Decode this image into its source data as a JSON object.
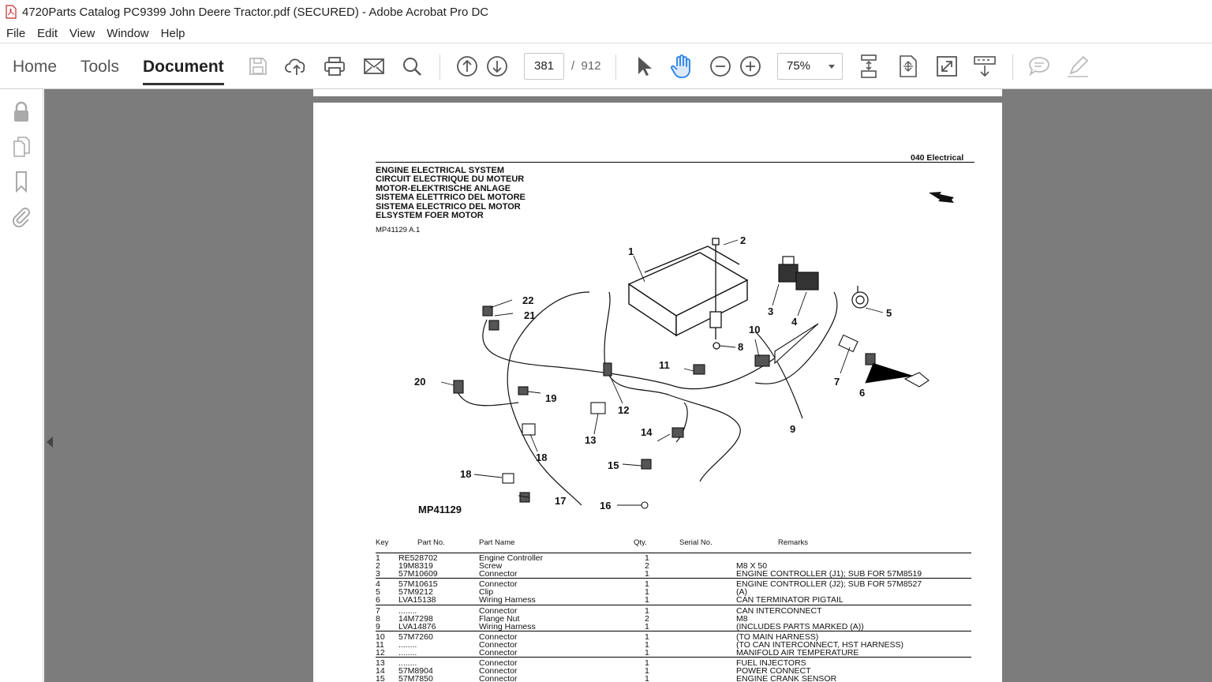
{
  "window": {
    "title": "4720Parts Catalog PC9399 John Deere  Tractor.pdf (SECURED) - Adobe Acrobat Pro DC"
  },
  "menu": [
    "File",
    "Edit",
    "View",
    "Window",
    "Help"
  ],
  "nav_tabs": [
    {
      "label": "Home",
      "active": false
    },
    {
      "label": "Tools",
      "active": false
    },
    {
      "label": "Document",
      "active": true
    }
  ],
  "pagination": {
    "current": "381",
    "separator": "/",
    "total": "912"
  },
  "zoom": {
    "value": "75%"
  },
  "toolbar_icons": [
    "save-icon",
    "cloud-upload-icon",
    "print-icon",
    "email-icon",
    "search-icon",
    "prev-page-icon",
    "next-page-icon",
    "select-cursor-icon",
    "hand-tool-icon",
    "zoom-out-icon",
    "zoom-in-icon",
    "scrolling-mode-icon",
    "fit-page-icon",
    "full-screen-icon",
    "read-mode-icon",
    "comment-icon",
    "sign-icon"
  ],
  "sidebar_icons": [
    "lock-icon",
    "pages-icon",
    "bookmark-icon",
    "attachment-icon"
  ],
  "colors": {
    "accent_hand": "#2680eb",
    "doc_background": "#7c7c7c"
  },
  "document": {
    "section": "040  Electrical",
    "titles": [
      "ENGINE ELECTRICAL SYSTEM",
      "CIRCUIT ELECTRIQUE DU MOTEUR",
      "MOTOR-ELEKTRISCHE ANLAGE",
      "SISTEMA ELETTRICO DEL MOTORE",
      "SISTEMA ELECTRICO DEL MOTOR",
      "ELSYSTEM FOER MOTOR"
    ],
    "ref_code": "MP41129 A.1",
    "figure_label": "MP41129",
    "callouts": [
      "1",
      "2",
      "3",
      "4",
      "5",
      "6",
      "7",
      "8",
      "9",
      "10",
      "11",
      "12",
      "13",
      "14",
      "15",
      "16",
      "17",
      "18",
      "19",
      "20",
      "21",
      "22"
    ],
    "table": {
      "headers": [
        "Key",
        "Part No.",
        "Part Name",
        "Qty.",
        "Serial No.",
        "Remarks"
      ],
      "rows": [
        {
          "key": "1",
          "part": "RE528702",
          "name": "Engine Controller",
          "qty": "1",
          "remarks": ""
        },
        {
          "key": "2",
          "part": "19M8319",
          "name": "Screw",
          "qty": "2",
          "remarks": "M8 X 50"
        },
        {
          "key": "3",
          "part": "57M10609",
          "name": "Connector",
          "qty": "1",
          "remarks": "ENGINE CONTROLLER (J1); SUB FOR 57M8519"
        },
        {
          "key": "4",
          "part": "57M10615",
          "name": "Connector",
          "qty": "1",
          "remarks": "ENGINE CONTROLLER (J2); SUB FOR 57M8527"
        },
        {
          "key": "5",
          "part": "57M9212",
          "name": "Clip",
          "qty": "1",
          "remarks": "(A)"
        },
        {
          "key": "6",
          "part": "LVA15138",
          "name": "Wiring Harness",
          "qty": "1",
          "remarks": "CAN TERMINATOR PIGTAIL"
        },
        {
          "key": "7",
          "part": "........",
          "name": "Connector",
          "qty": "1",
          "remarks": "CAN INTERCONNECT"
        },
        {
          "key": "8",
          "part": "14M7298",
          "name": "Flange Nut",
          "qty": "2",
          "remarks": "M8"
        },
        {
          "key": "9",
          "part": "LVA14876",
          "name": "Wiring Harness",
          "qty": "1",
          "remarks": "(INCLUDES PARTS MARKED (A))"
        },
        {
          "key": "10",
          "part": "57M7260",
          "name": "Connector",
          "qty": "1",
          "remarks": "(TO MAIN HARNESS)"
        },
        {
          "key": "11",
          "part": "........",
          "name": "Connector",
          "qty": "1",
          "remarks": "(TO CAN INTERCONNECT, HST HARNESS)"
        },
        {
          "key": "12",
          "part": "........",
          "name": "Connector",
          "qty": "1",
          "remarks": "MANIFOLD AIR TEMPERATURE"
        },
        {
          "key": "13",
          "part": "........",
          "name": "Connector",
          "qty": "1",
          "remarks": "FUEL INJECTORS"
        },
        {
          "key": "14",
          "part": "57M8904",
          "name": "Connector",
          "qty": "1",
          "remarks": "POWER CONNECT"
        },
        {
          "key": "15",
          "part": "57M7850",
          "name": "Connector",
          "qty": "1",
          "remarks": "ENGINE CRANK SENSOR"
        }
      ]
    }
  }
}
